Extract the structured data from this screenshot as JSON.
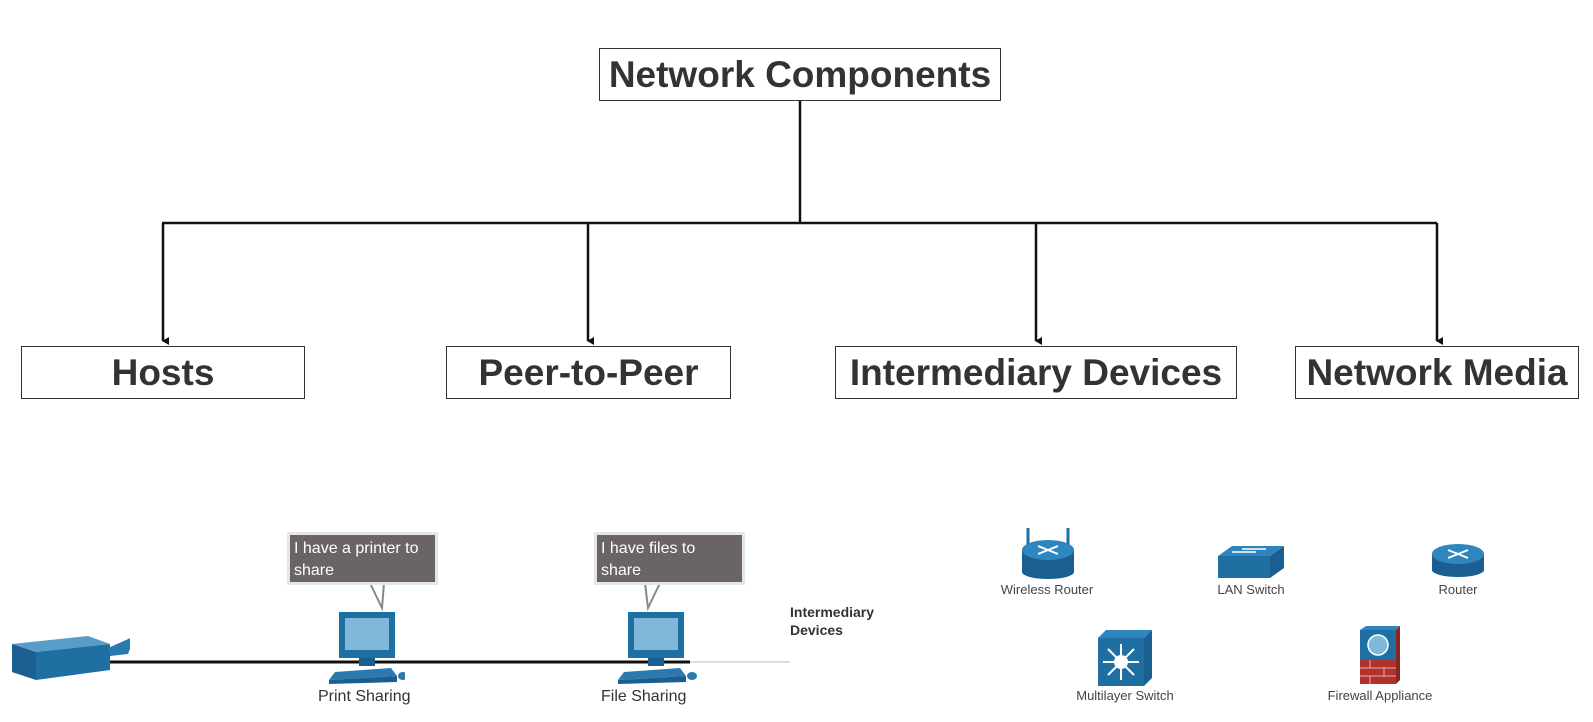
{
  "title": "Network Components",
  "categories": [
    {
      "label": "Hosts"
    },
    {
      "label": "Peer-to-Peer"
    },
    {
      "label": "Intermediary Devices"
    },
    {
      "label": "Network Media"
    }
  ],
  "peer_to_peer": {
    "bubbles": [
      "I have a printer to share",
      "I have files to share"
    ],
    "captions": [
      "Print Sharing",
      "File Sharing"
    ]
  },
  "intermediary": {
    "label": "Intermediary Devices",
    "devices": [
      {
        "label": "Wireless Router",
        "icon": "wireless-router-icon"
      },
      {
        "label": "LAN Switch",
        "icon": "lan-switch-icon"
      },
      {
        "label": "Router",
        "icon": "router-icon"
      },
      {
        "label": "Multilayer Switch",
        "icon": "multilayer-switch-icon"
      },
      {
        "label": "Firewall Appliance",
        "icon": "firewall-appliance-icon"
      }
    ]
  },
  "colors": {
    "icon_blue": "#1f6fa3",
    "icon_light": "#7fb8da",
    "bubble": "#6b6466",
    "firewall_red": "#b0322a"
  }
}
